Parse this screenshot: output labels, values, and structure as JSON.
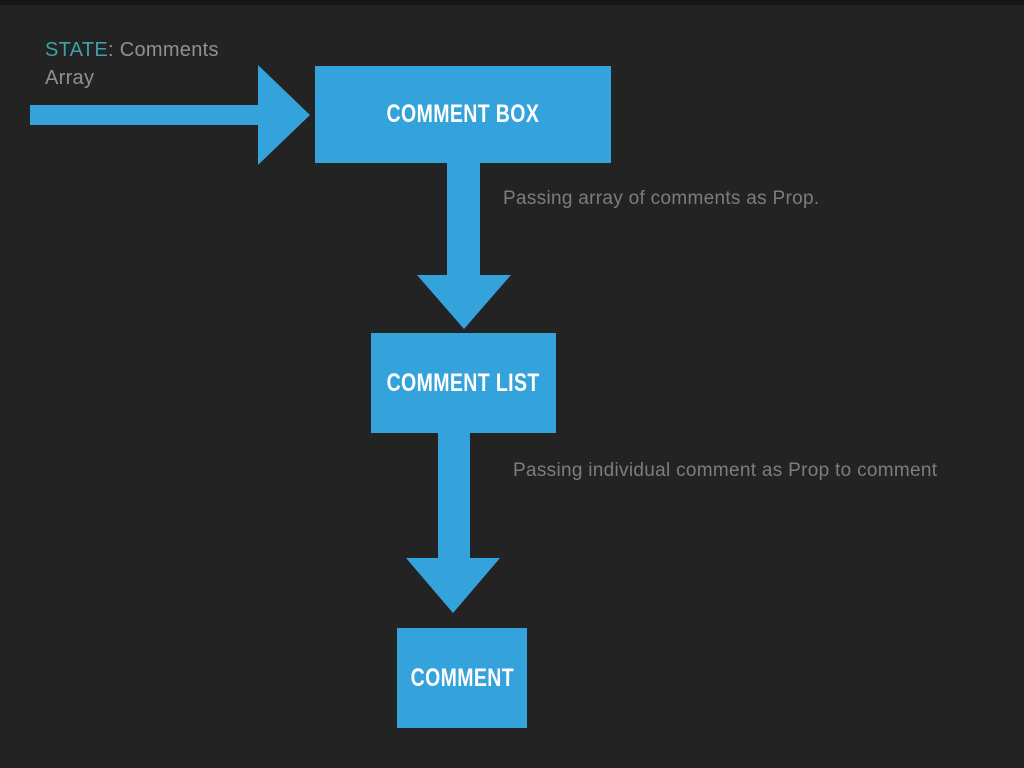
{
  "slide": {
    "state_label": {
      "key": "STATE",
      "rest": ": Comments",
      "line2": "Array"
    },
    "nodes": [
      {
        "id": "comment-box",
        "label": "COMMENT BOX"
      },
      {
        "id": "comment-list",
        "label": "COMMENT LIST"
      },
      {
        "id": "comment",
        "label": "COMMENT"
      }
    ],
    "edges": [
      {
        "from": "comment-box",
        "to": "comment-list",
        "label": "Passing array of comments as Prop."
      },
      {
        "from": "comment-list",
        "to": "comment",
        "label": "Passing individual comment as Prop to comment"
      }
    ],
    "colors": {
      "background": "#232323",
      "top_strip": "#161616",
      "arrow_and_node_blue": "#35a3db",
      "node_text": "#ffffff",
      "state_teal": "#3fa0a5",
      "state_gray": "#8e9193",
      "edge_label_gray": "#7b7d7e"
    }
  }
}
